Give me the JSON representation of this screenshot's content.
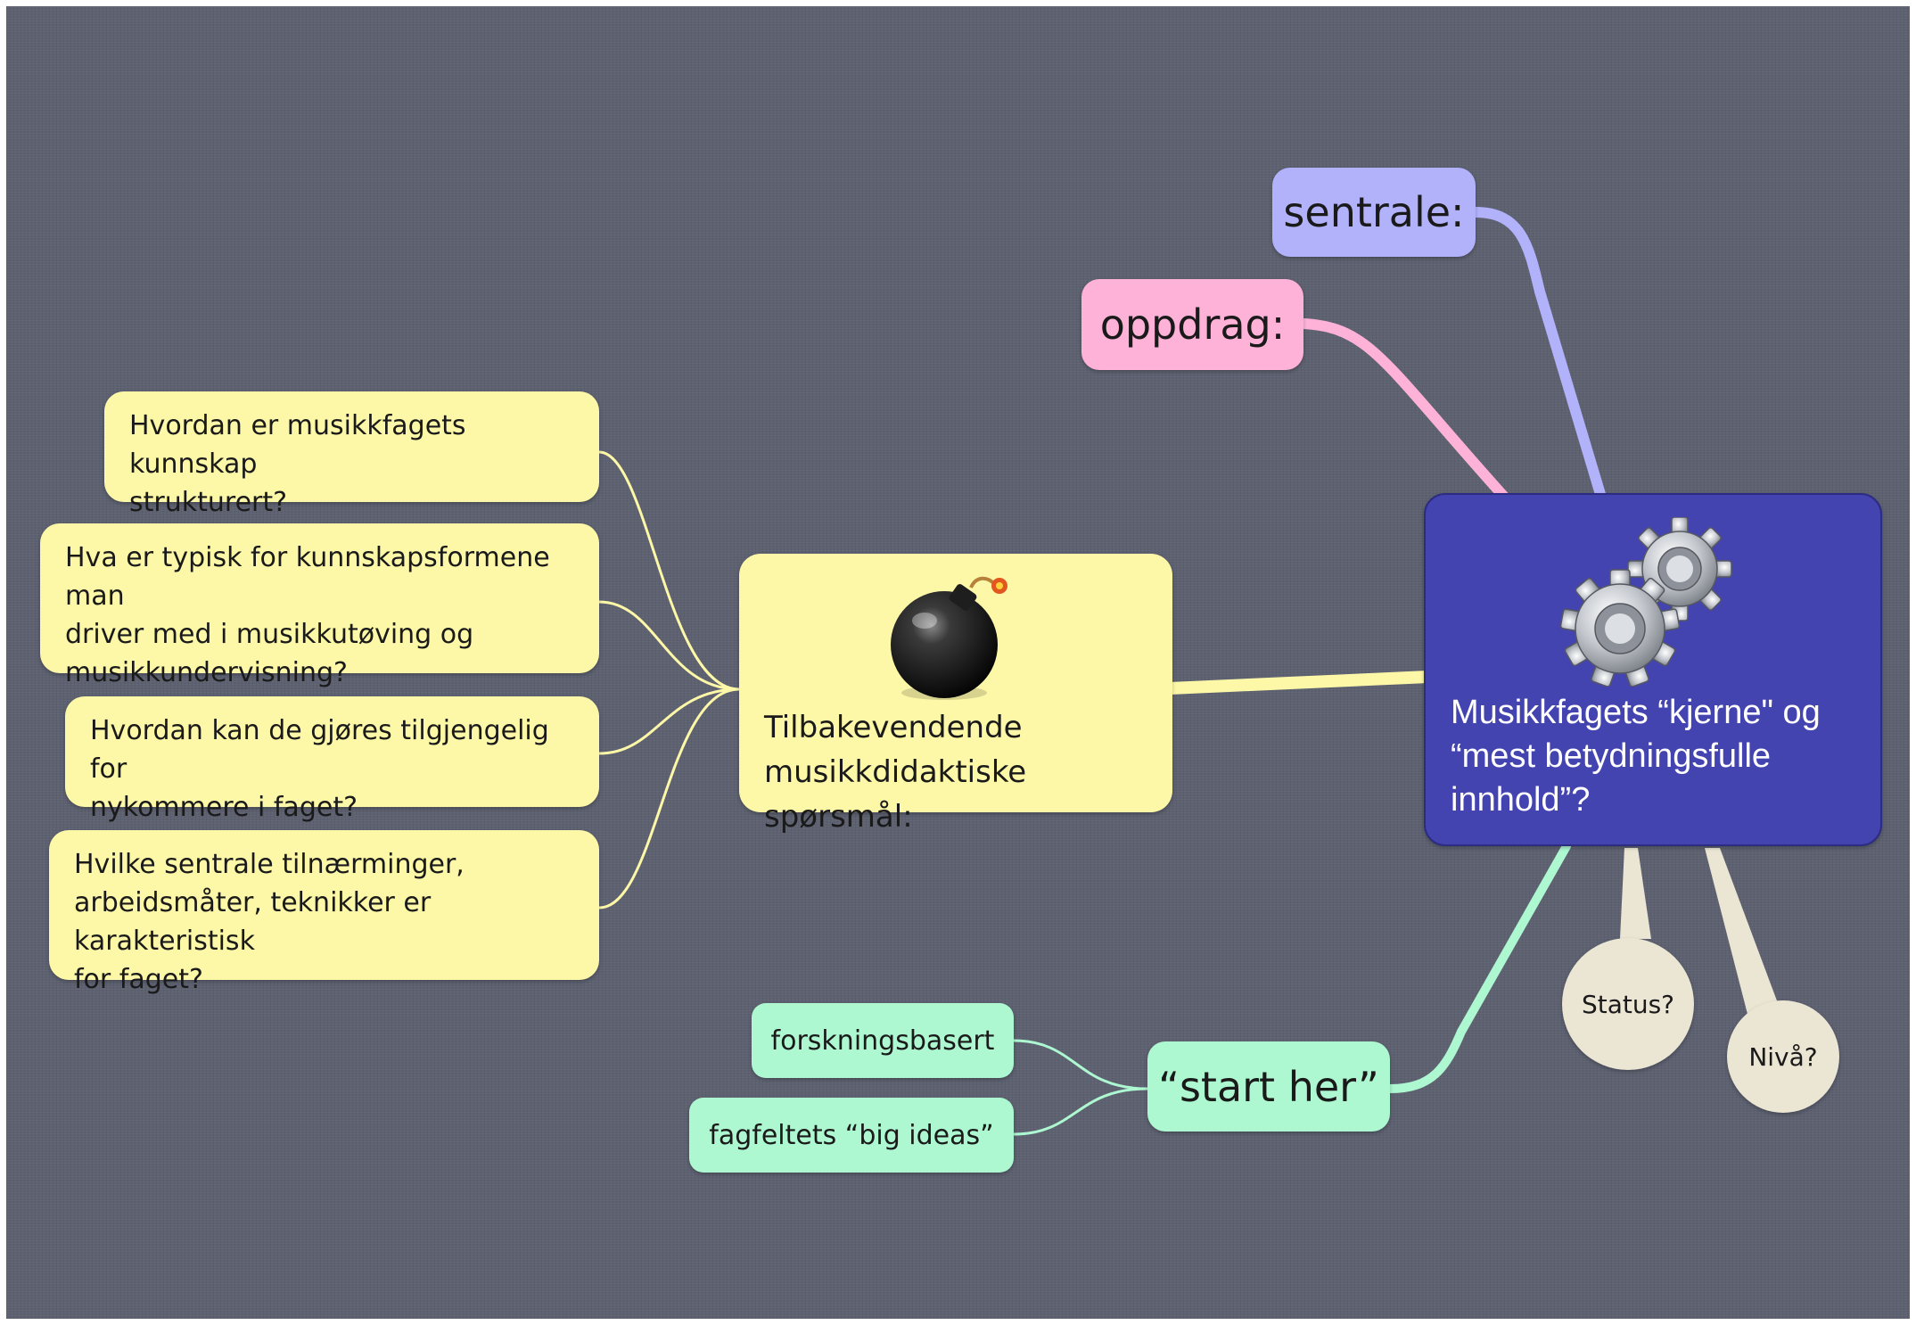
{
  "central_topic": {
    "label": "Musikkfagets “kjerne\" og\n“mest betydningsfulle\ninnhold”?",
    "icon": "gears-icon",
    "color": "#4444b1"
  },
  "branches": {
    "sentrale": {
      "label": "sentrale:",
      "color": "#b2b2fb"
    },
    "oppdrag": {
      "label": "oppdrag:",
      "color": "#ffb2d8"
    },
    "questions_topic": {
      "label": "Tilbakevendende\nmusikkdidaktiske spørsmål:",
      "icon": "bomb-icon",
      "color": "#fdf8a8"
    },
    "start_her": {
      "label": "“start her”",
      "color": "#adf7d1"
    }
  },
  "questions": [
    {
      "label": "Hvordan er musikkfagets kunnskap\nstrukturert?"
    },
    {
      "label": "Hva er typisk for kunnskapsformene man\ndriver med i musikkutøving og\nmusikkundervisning?"
    },
    {
      "label": "Hvordan kan de gjøres tilgjengelig for\nnykommere i faget?"
    },
    {
      "label": "Hvilke sentrale tilnærminger,\narbeidsmåter, teknikker er karakteristisk\nfor faget?"
    }
  ],
  "start_children": [
    {
      "label": "forskningsbasert"
    },
    {
      "label": "fagfeltets “big ideas”"
    }
  ],
  "callouts": [
    {
      "label": "Status?"
    },
    {
      "label": "Nivå?"
    }
  ]
}
